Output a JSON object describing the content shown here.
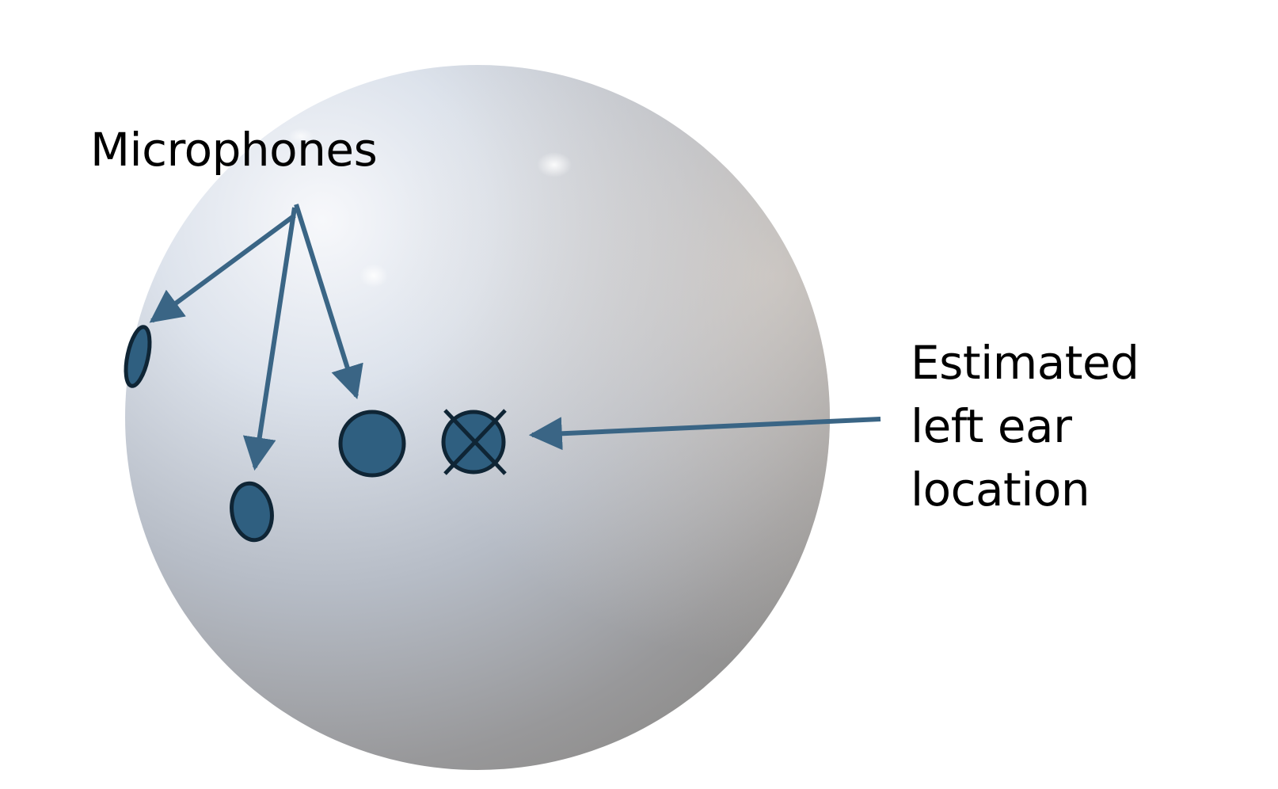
{
  "labels": {
    "microphones": "Microphones",
    "ear_line1": "Estimated",
    "ear_line2": "left ear",
    "ear_line3": "location"
  },
  "colors": {
    "marker_fill": "#2f5f80",
    "marker_outline": "#0f2535",
    "arrow": "#3a6585",
    "text": "#000000"
  }
}
